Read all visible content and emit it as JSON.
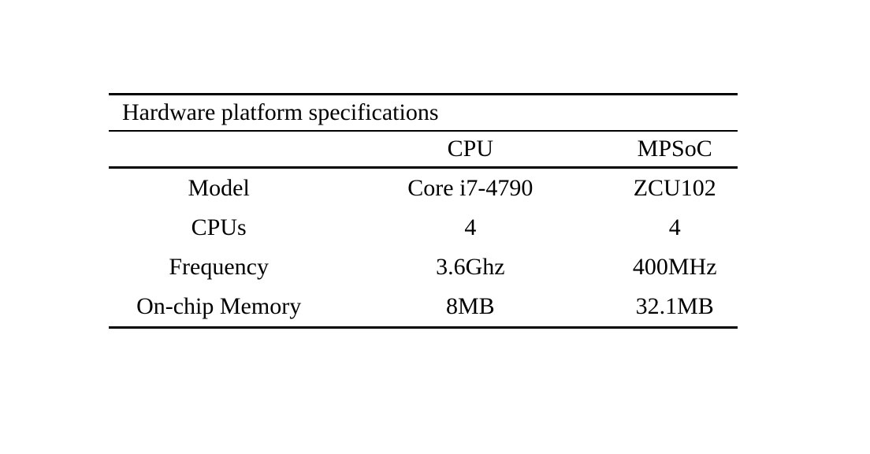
{
  "table": {
    "title": "Hardware platform specifications",
    "headers": [
      "",
      "CPU",
      "MPSoC"
    ],
    "rows": [
      [
        "Model",
        "Core i7-4790",
        "ZCU102"
      ],
      [
        "CPUs",
        "4",
        "4"
      ],
      [
        "Frequency",
        "3.6Ghz",
        "400MHz"
      ],
      [
        "On-chip Memory",
        "8MB",
        "32.1MB"
      ]
    ],
    "colors": {
      "text": "#000000",
      "rule": "#000000",
      "background": "#ffffff"
    }
  }
}
